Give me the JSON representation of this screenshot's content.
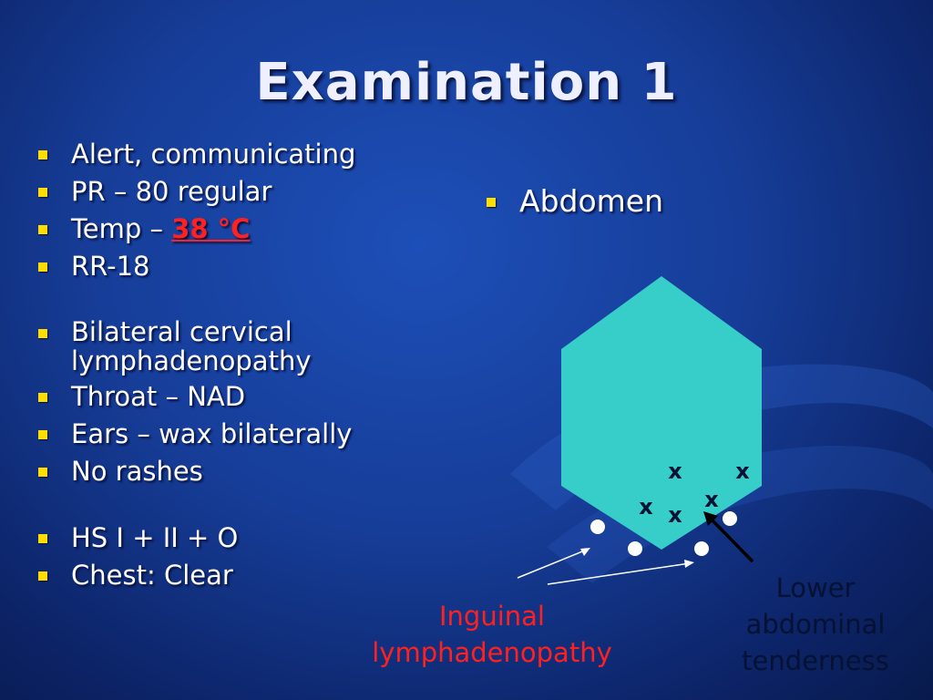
{
  "slide": {
    "title": "Examination 1",
    "left_bullets": [
      "Alert, communicating",
      "PR – 80 regular",
      {
        "prefix": "Temp – ",
        "value": "38 °C"
      },
      "RR-18",
      "Bilateral cervical lymphadenopathy",
      "Throat – NAD",
      "Ears – wax bilaterally",
      "No rashes",
      "HS I + II + O",
      "Chest: Clear"
    ],
    "right_bullet": "Abdomen",
    "diagram": {
      "marks": [
        "x",
        "x",
        "x",
        "x",
        "x"
      ],
      "labels": {
        "inguinal_line1": "Inguinal",
        "inguinal_line2": "lymphadenopathy",
        "tenderness_line1": "Lower",
        "tenderness_line2": "abdominal",
        "tenderness_line3": "tenderness"
      }
    },
    "colors": {
      "background": "#163d98",
      "bullet": "#ffdd00",
      "abdomen_fill": "#37cdc9",
      "highlight_red": "#ff2020"
    }
  }
}
